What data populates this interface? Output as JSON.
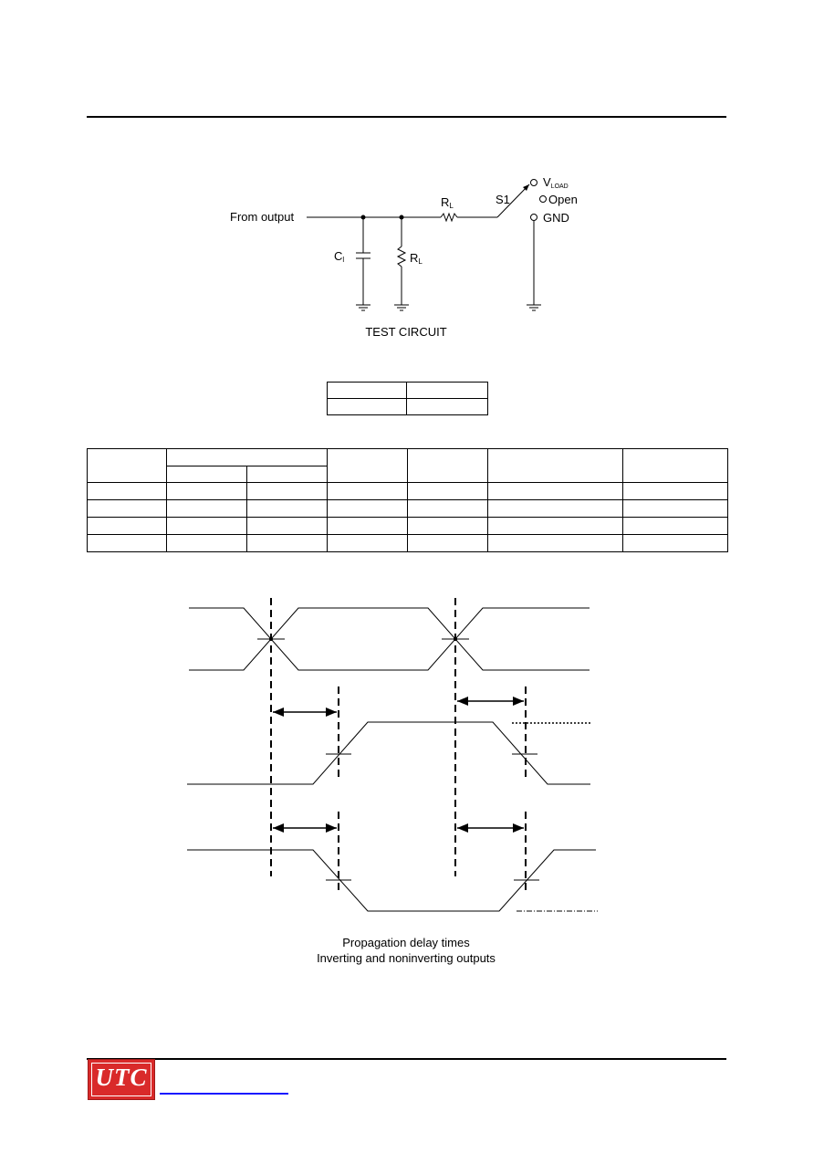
{
  "test_circuit": {
    "from_output": "From output",
    "cl_main": "C",
    "cl_sub": "l",
    "rl_shunt_main": "R",
    "rl_shunt_sub": "L",
    "rl_series_main": "R",
    "rl_series_sub": "L",
    "switch_label": "S1",
    "vload_main": "V",
    "vload_sub": "LOAD",
    "open_label": "Open",
    "gnd_label": "GND",
    "caption": "TEST CIRCUIT"
  },
  "timing_diagram": {
    "caption_line1": "Propagation delay times",
    "caption_line2": "Inverting and noninverting outputs"
  },
  "footer": {
    "logo_text": "UTC"
  }
}
